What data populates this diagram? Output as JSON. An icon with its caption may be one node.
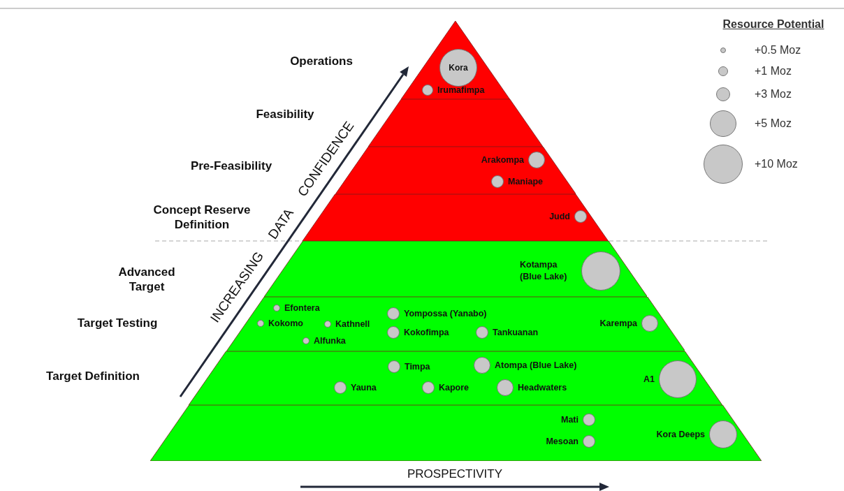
{
  "diagram": {
    "nodes": [
      {
        "text": [],
        "shape": "band"
      },
      {
        "text": [
          "Kora"
        ],
        "in": 0
      },
      {
        "text": [],
        "shape": "circle",
        "in": 0,
        "beside": [
          "Irumafimpa"
        ]
      },
      {
        "text": [],
        "shape": "band"
      },
      {
        "text": [],
        "shape": "band"
      },
      {
        "text": [],
        "shape": "circle",
        "in": 4,
        "beside": [
          "Arakompa"
        ]
      },
      {
        "text": [],
        "shape": "circle",
        "in": 4,
        "beside": [
          "Maniape"
        ]
      },
      {
        "text": [],
        "shape": "band"
      },
      {
        "text": [],
        "shape": "circle",
        "in": 7,
        "beside": [
          "Judd"
        ]
      },
      {
        "text": [],
        "shape": "band"
      },
      {
        "text": [],
        "shape": "circle",
        "in": 9,
        "beside": [
          "Kotampa (Blue Lake)"
        ]
      },
      {
        "text": [],
        "shape": "band"
      },
      {
        "text": [],
        "shape": "circle",
        "in": 11,
        "beside": [
          "Efontera"
        ]
      },
      {
        "text": [],
        "shape": "circle",
        "in": 11,
        "beside": [
          "Yompossa (Yanabo)"
        ]
      },
      {
        "text": [],
        "shape": "circle",
        "in": 11,
        "beside": [
          "Kokomo"
        ]
      },
      {
        "text": [],
        "shape": "circle",
        "in": 11,
        "beside": [
          "Kathnell"
        ]
      },
      {
        "text": [],
        "shape": "circle",
        "in": 11,
        "beside": [
          "Kokofimpa"
        ]
      },
      {
        "text": [],
        "shape": "circle",
        "in": 11,
        "beside": [
          "Tankuanan"
        ]
      },
      {
        "text": [],
        "shape": "circle",
        "in": 11,
        "beside": [
          "Karempa"
        ]
      },
      {
        "text": [],
        "shape": "circle",
        "in": 11,
        "beside": [
          "Alfunka"
        ]
      },
      {
        "text": [],
        "shape": "band"
      },
      {
        "text": [],
        "shape": "circle",
        "in": 20,
        "beside": [
          "Timpa"
        ]
      },
      {
        "text": [],
        "shape": "circle",
        "in": 20,
        "beside": [
          "Atompa (Blue Lake)"
        ]
      },
      {
        "text": [],
        "shape": "circle",
        "in": 20,
        "beside": [
          "A1"
        ]
      },
      {
        "text": [],
        "shape": "circle",
        "in": 20,
        "beside": [
          "Yauna"
        ]
      },
      {
        "text": [],
        "shape": "circle",
        "in": 20,
        "beside": [
          "Kapore"
        ]
      },
      {
        "text": [],
        "shape": "circle",
        "in": 20,
        "beside": [
          "Headwaters"
        ]
      },
      {
        "text": [],
        "shape": "band"
      },
      {
        "text": [],
        "shape": "circle",
        "in": 27,
        "beside": [
          "Mati"
        ]
      },
      {
        "text": [],
        "shape": "circle",
        "in": 27,
        "beside": [
          "Kora Deeps"
        ]
      },
      {
        "text": [],
        "shape": "circle",
        "in": 27,
        "beside": [
          "Mesoan"
        ]
      }
    ],
    "labels": [
      "Operations",
      "Feasibility",
      "Pre-Feasibility",
      "Concept Reserve Definition",
      "Advanced Target",
      "Target Testing",
      "Target Definition",
      "INCREASING DATA CONFIDENCE",
      "PROSPECTIVITY",
      "Resource Potential"
    ],
    "legend": [
      {
        "text": "+0.5 Moz"
      },
      {
        "text": "+1 Moz"
      },
      {
        "text": "+3 Moz"
      },
      {
        "text": "+5 Moz"
      },
      {
        "text": "+10 Moz"
      }
    ]
  }
}
